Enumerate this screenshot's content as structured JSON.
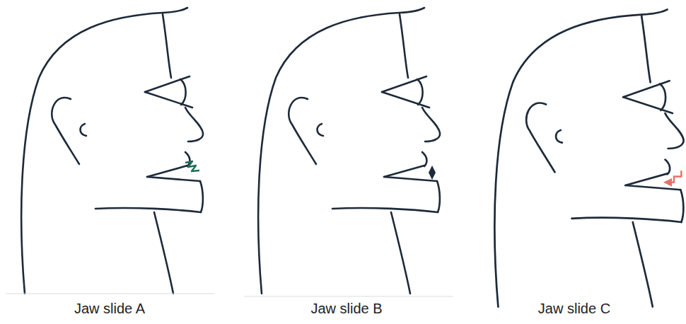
{
  "diagram": {
    "labels": [
      "Jaw slide A",
      "Jaw slide B",
      "Jaw slide C"
    ]
  }
}
